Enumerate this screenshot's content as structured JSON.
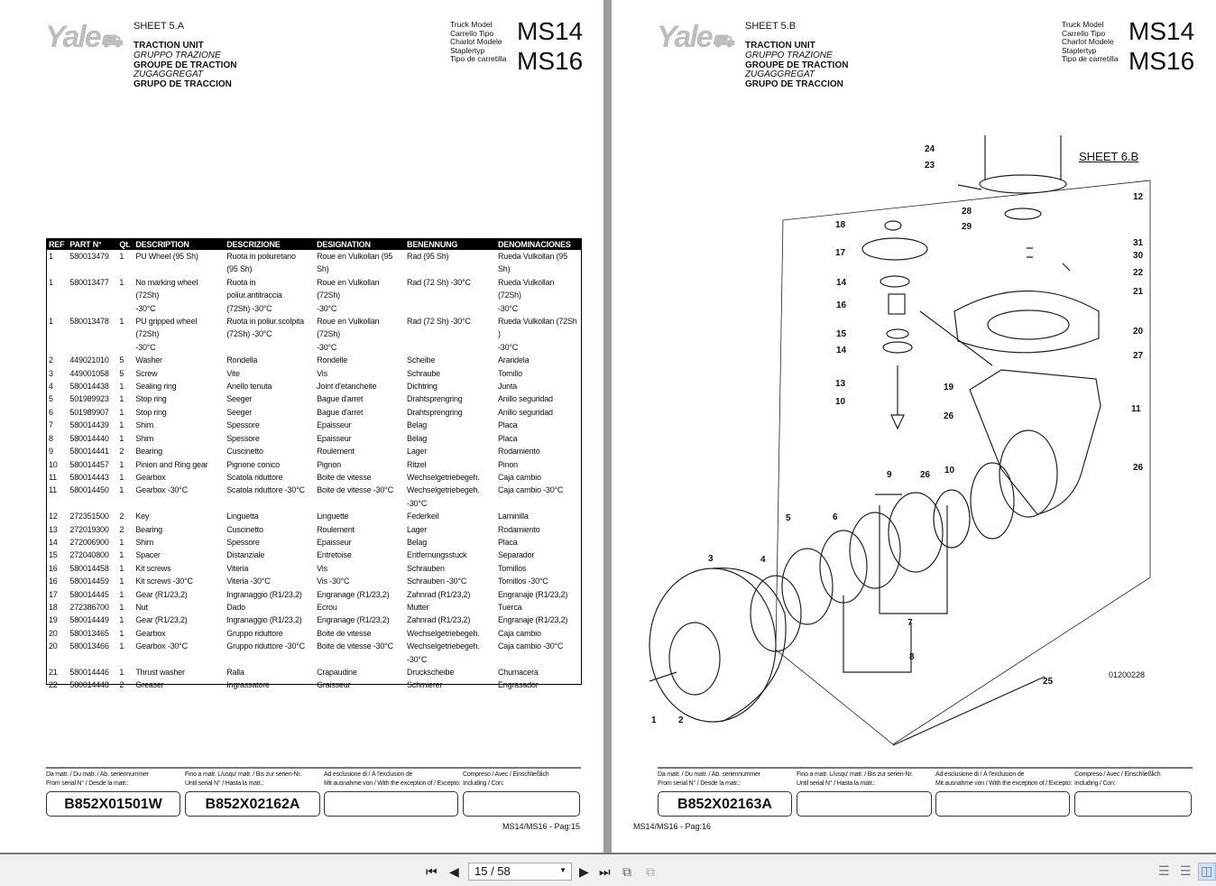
{
  "viewer": {
    "page_indicator": "15 / 58",
    "icons": [
      "first-page-icon",
      "prev-page-icon",
      "next-page-icon",
      "last-page-icon",
      "rotate-icon",
      "copy-icon",
      "single-page-view-icon",
      "continuous-view-icon",
      "two-page-view-icon"
    ]
  },
  "left_page": {
    "logo": "Yale",
    "sheet": "SHEET 5.A",
    "titles": [
      "TRACTION UNIT",
      "GRUPPO TRAZIONE",
      "GROUPE DE TRACTION",
      "ZUGAGGREGAT",
      "GRUPO DE TRACCION"
    ],
    "model_labels": [
      "Truck Model",
      "Carrello Tipo",
      "Charlot Modele",
      "Staplertyp",
      "Tipo de carretilla"
    ],
    "models": [
      "MS14",
      "MS16"
    ],
    "table": {
      "headers": [
        "REF",
        "PART N°",
        "Qt.",
        "DESCRIPTION",
        "DESCRIZIONE",
        "DESIGNATION",
        "BENENNUNG",
        "DENOMINACIONES"
      ],
      "rows": [
        [
          "1",
          "580013479",
          "1",
          "PU Wheel (95 Sh)",
          "Ruota in poliuretano\n(95 Sh)",
          "Roue en Vulkollan (95 Sh)",
          "Rad (95 Sh)",
          "Rueda Vulkollan (95 Sh)"
        ],
        [
          "1",
          "580013477",
          "1",
          "No marking wheel (72Sh)\n-30°C",
          "Ruota in poliur.antitraccia\n(72Sh) -30°C",
          "Roue en Vulkollan (72Sh)\n-30°C",
          "Rad (72 Sh) -30°C",
          "Rueda Vulkollan (72Sh)\n-30°C"
        ],
        [
          "1",
          "580013478",
          "1",
          "PU gripped wheel (72Sh)\n-30°C",
          "Ruota in poliur.scolpita\n(72Sh) -30°C",
          "Roue en Vulkollan (72Sh)\n-30°C",
          "Rad (72 Sh) -30°C",
          "Rueda Vulkollan (72Sh )\n-30°C"
        ],
        [
          "2",
          "449021010",
          "5",
          "Washer",
          "Rondella",
          "Rondelle",
          "Scheibe",
          "Arandela"
        ],
        [
          "3",
          "449001058",
          "5",
          "Screw",
          "Vite",
          "Vis",
          "Schraube",
          "Tornillo"
        ],
        [
          "4",
          "580014438",
          "1",
          "Sealing ring",
          "Anello tenuta",
          "Joint d'etancheite",
          "Dichtring",
          "Junta"
        ],
        [
          "5",
          "501989923",
          "1",
          "Stop ring",
          "Seeger",
          "Bague d'arret",
          "Drahtsprengring",
          "Anillo seguridad"
        ],
        [
          "6",
          "501989907",
          "1",
          "Stop ring",
          "Seeger",
          "Bague d'arret",
          "Drahtsprengring",
          "Anillo seguridad"
        ],
        [
          "7",
          "580014439",
          "1",
          "Shim",
          "Spessore",
          "Epaisseur",
          "Belag",
          "Placa"
        ],
        [
          "8",
          "580014440",
          "1",
          "Shim",
          "Spessore",
          "Epaisseur",
          "Belag",
          "Placa"
        ],
        [
          "9",
          "580014441",
          "2",
          "Bearing",
          "Cuscinetto",
          "Roulement",
          "Lager",
          "Rodamiento"
        ],
        [
          "10",
          "580014457",
          "1",
          "Pinion and Ring gear",
          "Pignone conico",
          "Pignon",
          "Ritzel",
          "Pinon"
        ],
        [
          "11",
          "580014443",
          "1",
          "Gearbox",
          "Scatola riduttore",
          "Boite de vitesse",
          "Wechselgetriebegeh.",
          "Caja cambio"
        ],
        [
          "11",
          "580014450",
          "1",
          "Gearbox -30°C",
          "Scatola riduttore -30°C",
          "Boite de vitesse -30°C",
          "Wechselgetriebegeh.\n-30°C",
          "Caja cambio -30°C"
        ],
        [
          "12",
          "272351500",
          "2",
          "Key",
          "Linguetta",
          "Linguette",
          "Federkeil",
          "Laminilla"
        ],
        [
          "13",
          "272019300",
          "2",
          "Bearing",
          "Cuscinetto",
          "Roulement",
          "Lager",
          "Rodamiento"
        ],
        [
          "14",
          "272006900",
          "1",
          "Shim",
          "Spessore",
          "Epaisseur",
          "Belag",
          "Placa"
        ],
        [
          "15",
          "272040800",
          "1",
          "Spacer",
          "Distanziale",
          "Entretoise",
          "Entfernungsstuck",
          "Separador"
        ],
        [
          "16",
          "580014458",
          "1",
          "Kit screws",
          "Viteria",
          "Vis",
          "Schrauben",
          "Tornillos"
        ],
        [
          "16",
          "580014459",
          "1",
          "Kit screws -30°C",
          "Viteria -30°C",
          "Vis -30°C",
          "Schrauben -30°C",
          "Tornillos -30°C"
        ],
        [
          "17",
          "580014445",
          "1",
          "Gear  (R1/23,2)",
          "Ingranaggio (R1/23,2)",
          "Engranage (R1/23,2)",
          "Zahnrad (R1/23,2)",
          "Engranaje (R1/23,2)"
        ],
        [
          "18",
          "272386700",
          "1",
          "Nut",
          "Dado",
          "Ecrou",
          "Mutter",
          "Tuerca"
        ],
        [
          "19",
          "580014449",
          "1",
          "Gear  (R1/23,2)",
          "Ingranaggio (R1/23,2)",
          "Engranage (R1/23,2)",
          "Zahnrad (R1/23,2)",
          "Engranaje (R1/23,2)"
        ],
        [
          "20",
          "580013465",
          "1",
          "Gearbox",
          "Gruppo riduttore",
          "Boite de vitesse",
          "Wechselgetriebegeh.",
          "Caja cambio"
        ],
        [
          "20",
          "580013466",
          "1",
          "Gearbox -30°C",
          "Gruppo riduttore -30°C",
          "Boite de vitesse  -30°C",
          "Wechselgetriebegeh.\n-30°C",
          "Caja cambio -30°C"
        ],
        [
          "21",
          "580014446",
          "1",
          "Thrust washer",
          "Ralla",
          "Crapaudine",
          "Druckscheibe",
          "Chumacera"
        ],
        [
          "22",
          "580014448",
          "2",
          "Greaser",
          "Ingrassatore",
          "Graisseur",
          "Schmierer",
          "Engrasador"
        ]
      ]
    },
    "footer": {
      "labels": [
        "Da matr. / Du matr. / Ab. seriennummer\nFrom serial N° / Desde la matr.:",
        "Fino a matr. L/usqu' matr. / Bis zur serien-Nr.\nUntil serial N° / Hasta la matr.:",
        "Ad esclusione di / À l'exclusion de\nMit ausnahme von / With the exception of / Excepto:",
        "Compreso / Avec / Einschließlich\nIncluding / Con:"
      ],
      "values": [
        "B852X01501W",
        "B852X02162A",
        "",
        ""
      ],
      "page_label": "MS14/MS16 - Pag:15"
    }
  },
  "right_page": {
    "logo": "Yale",
    "sheet": "SHEET 5.B",
    "titles": [
      "TRACTION UNIT",
      "GRUPPO TRAZIONE",
      "GROUPE DE TRACTION",
      "ZUGAGGREGAT",
      "GRUPO DE TRACCION"
    ],
    "model_labels": [
      "Truck Model",
      "Carrello Tipo",
      "Charlot Modele",
      "Staplertyp",
      "Tipo de carretilla"
    ],
    "models": [
      "MS14",
      "MS16"
    ],
    "diagram": {
      "reference_sheet": "SHEET 6.B",
      "drawing_number": "01200228",
      "callouts": [
        "24",
        "23",
        "12",
        "28",
        "29",
        "18",
        "17",
        "31",
        "30",
        "22",
        "21",
        "14",
        "16",
        "20",
        "15",
        "14",
        "27",
        "13",
        "19",
        "10",
        "11",
        "26",
        "26",
        "10",
        "9",
        "26",
        "5",
        "6",
        "3",
        "4",
        "7",
        "8",
        "25",
        "2",
        "1"
      ]
    },
    "footer": {
      "labels": [
        "Da matr. / Du matr. / Ab. seriennummer\nFrom serial N° / Desde la matr.:",
        "Fino a matr. L/usqu' matr. / Bis zur serien-Nr.\nUntil serial N° / Hasta la matr.:",
        "Ad esclusione di / À l'exclusion de\nMit ausnahme von / With the exception of / Excepto:",
        "Compreso / Avec / Einschließlich\nIncluding / Con:"
      ],
      "values": [
        "B852X02163A",
        "",
        "",
        ""
      ],
      "page_label": "MS14/MS16 - Pag:16"
    }
  }
}
